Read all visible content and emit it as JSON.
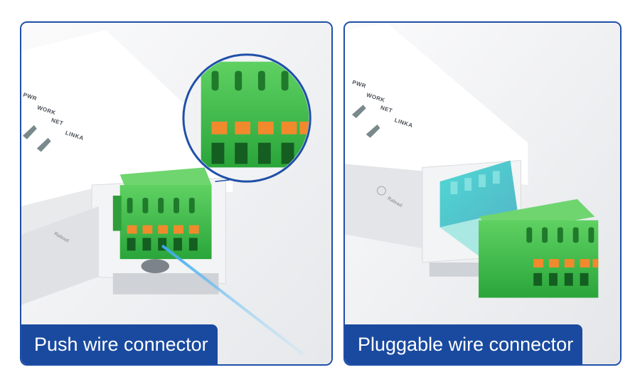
{
  "panels": [
    {
      "caption": "Push wire connector",
      "led_labels": [
        "PWR",
        "WORK",
        "NET",
        "LINKA"
      ],
      "brand_mark": "Ralead"
    },
    {
      "caption": "Pluggable wire connector",
      "led_labels": [
        "PWR",
        "WORK",
        "NET",
        "LINKA"
      ],
      "brand_mark": "Ralead"
    }
  ],
  "colors": {
    "frame_border": "#1f4fa8",
    "caption_bg": "#1a4a9f",
    "connector_green": "#3cc04a",
    "lever_orange": "#f08a2c",
    "wire_blue": "#52b6f2",
    "ghost_cyan": "#3fd7d2"
  }
}
